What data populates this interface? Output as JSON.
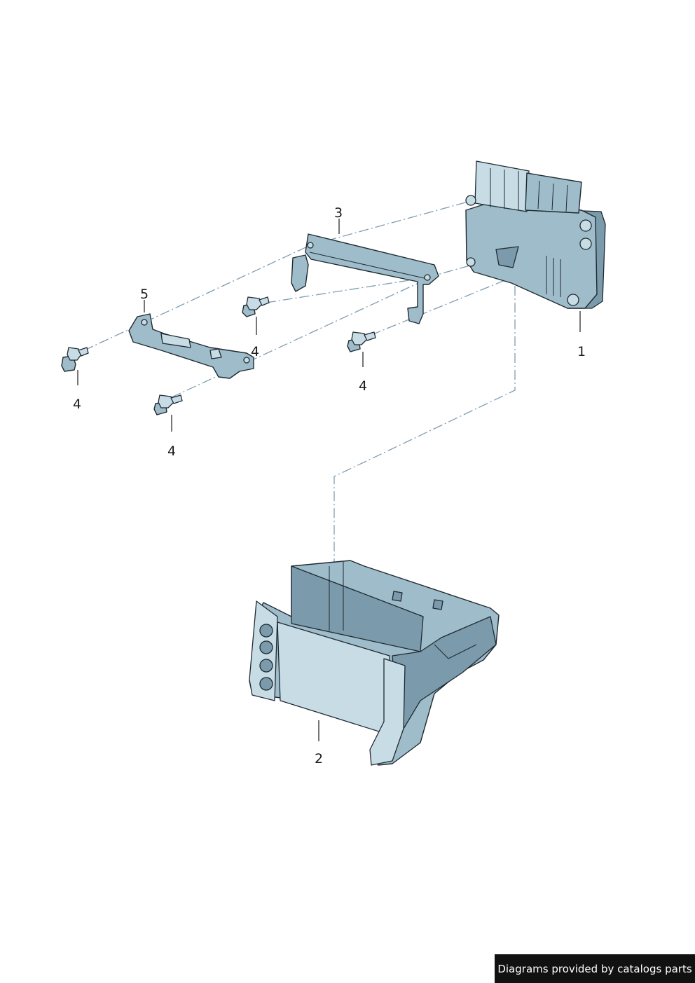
{
  "callouts": {
    "c1": "1",
    "c2": "2",
    "c3": "3",
    "c4a": "4",
    "c4b": "4",
    "c4c": "4",
    "c4d": "4",
    "c5": "5"
  },
  "credit": "Diagrams provided by catalogs parts",
  "colors": {
    "part_fill": "#9fbccb",
    "outline": "#1f2a30",
    "dash_line": "#7f9db0",
    "credit_bg": "#111111"
  }
}
